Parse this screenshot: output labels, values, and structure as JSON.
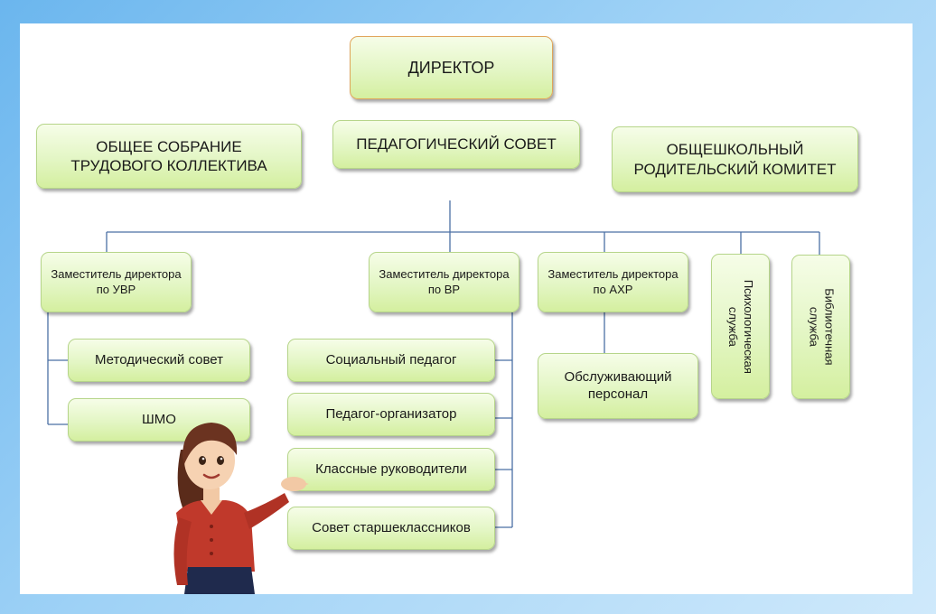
{
  "top": {
    "director": "ДИРЕКТОР",
    "general_meeting": "ОБЩЕЕ СОБРАНИЕ ТРУДОВОГО КОЛЛЕКТИВА",
    "ped_council": "ПЕДАГОГИЧЕСКИЙ СОВЕТ",
    "parent_committee": "ОБЩЕШКОЛЬНЫЙ РОДИТЕЛЬСКИЙ КОМИТЕТ"
  },
  "deputies": {
    "uvr": "Заместитель директора по УВР",
    "vr": "Заместитель директора по ВР",
    "ahr": "Заместитель директора по АХР",
    "psych": "Психологическая служба",
    "library": "Библиотечная служба"
  },
  "uvr_children": {
    "method_council": "Методический совет",
    "shmo": "ШМО"
  },
  "vr_children": {
    "social_teacher": "Социальный педагог",
    "organizer": "Педагог-организатор",
    "class_teachers": "Классные руководители",
    "senior_council": "Совет старшеклассников"
  },
  "ahr_children": {
    "service_staff": "Обслуживающий персонал"
  },
  "colors": {
    "box_light": "#f6fde8",
    "box_dark": "#d4ef9f",
    "box_border": "#b6d58a",
    "director_border": "#e0a55a",
    "line": "#4a6fa5"
  }
}
